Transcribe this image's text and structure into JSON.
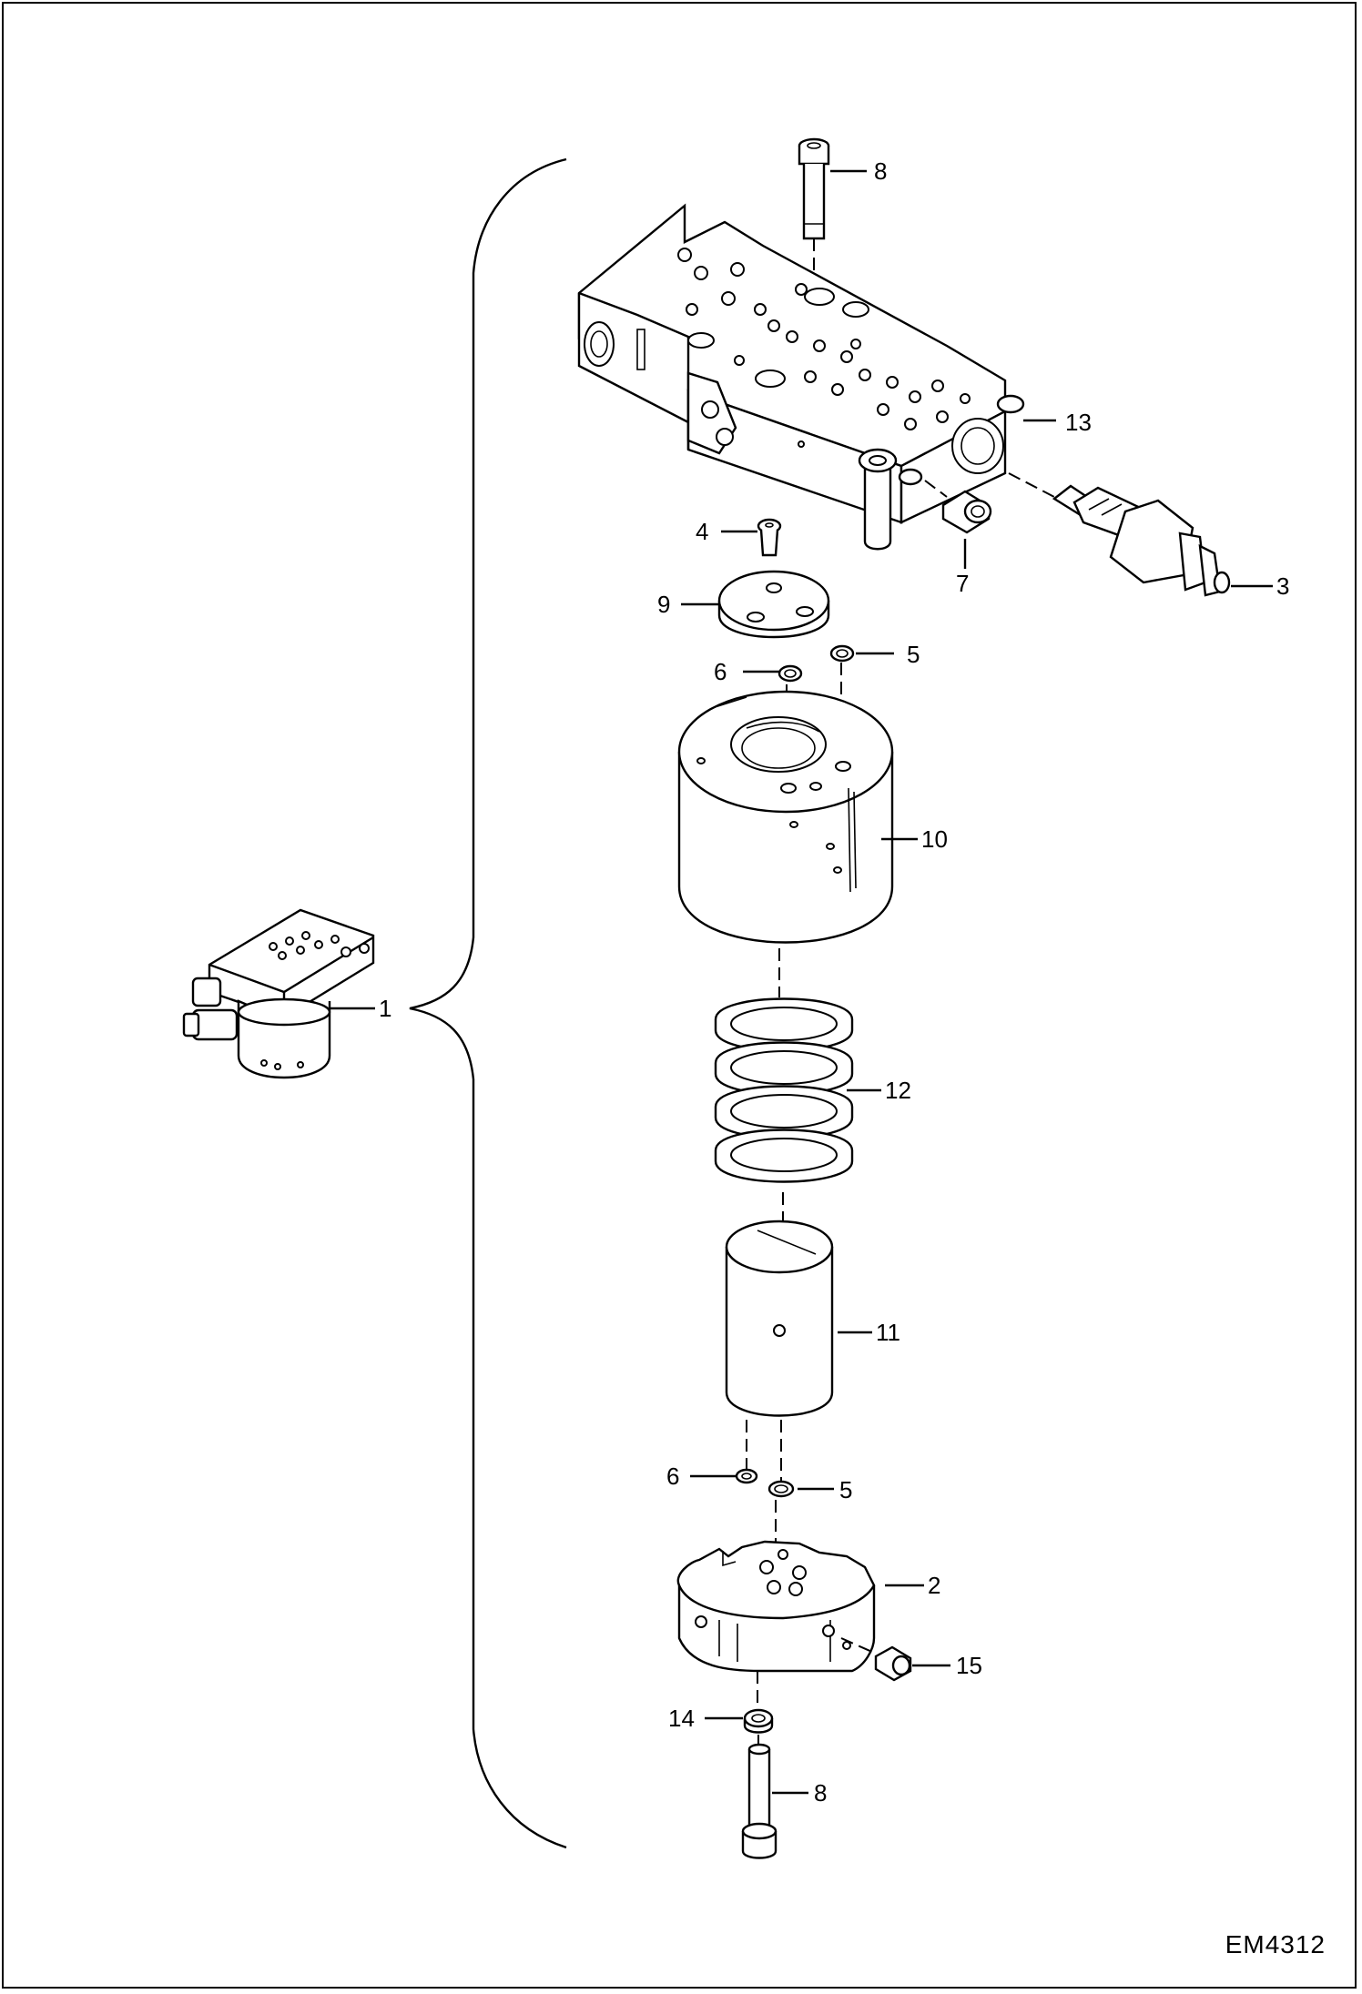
{
  "figure_id": "EM4312",
  "callouts": [
    {
      "key": "c1",
      "label": "1"
    },
    {
      "key": "c2",
      "label": "2"
    },
    {
      "key": "c3",
      "label": "3"
    },
    {
      "key": "c4",
      "label": "4"
    },
    {
      "key": "c5a",
      "label": "5"
    },
    {
      "key": "c5b",
      "label": "5"
    },
    {
      "key": "c6a",
      "label": "6"
    },
    {
      "key": "c6b",
      "label": "6"
    },
    {
      "key": "c7",
      "label": "7"
    },
    {
      "key": "c8a",
      "label": "8"
    },
    {
      "key": "c8b",
      "label": "8"
    },
    {
      "key": "c9",
      "label": "9"
    },
    {
      "key": "c10",
      "label": "10"
    },
    {
      "key": "c11",
      "label": "11"
    },
    {
      "key": "c12",
      "label": "12"
    },
    {
      "key": "c13",
      "label": "13"
    },
    {
      "key": "c14",
      "label": "14"
    },
    {
      "key": "c15",
      "label": "15"
    }
  ]
}
